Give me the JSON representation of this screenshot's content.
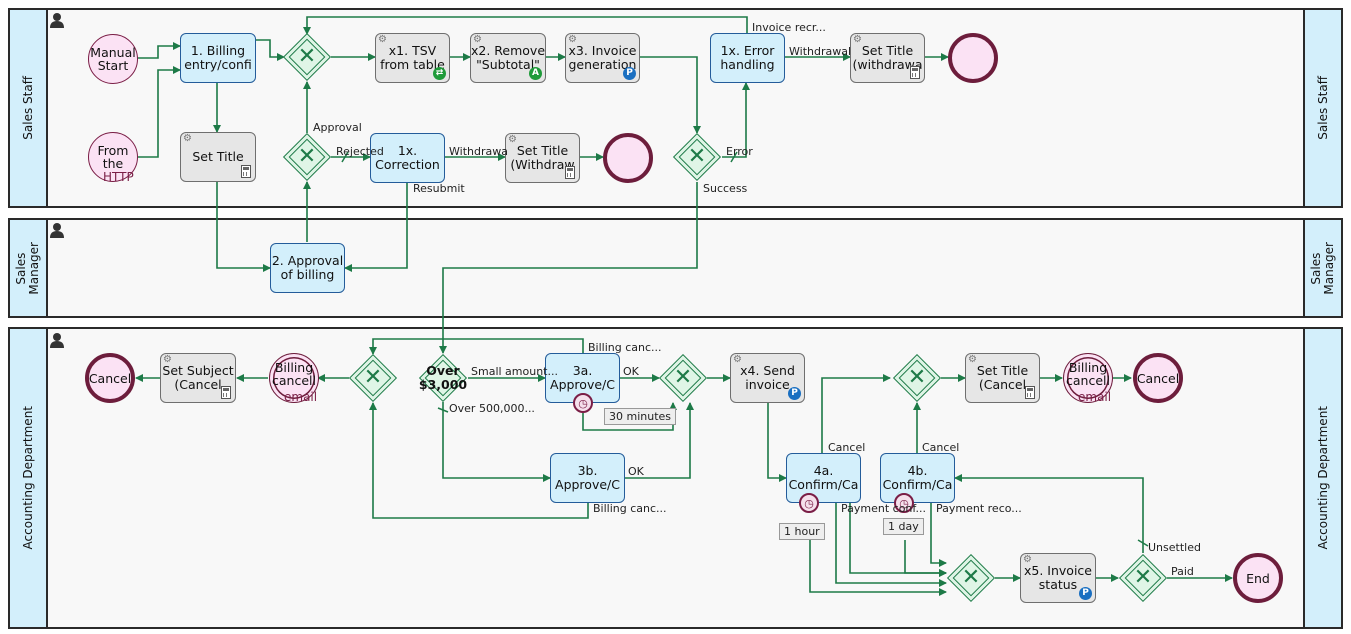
{
  "lanes": {
    "sales_staff": "Sales Staff",
    "sales_manager": "Sales\nManager",
    "accounting": "Accounting Department"
  },
  "events": {
    "manual_start": "Manual\nStart",
    "from_http": "From\nthe",
    "from_http_sub": "HTTP",
    "end_staff_1": "",
    "end_staff_2": "",
    "cancel_left": "Cancel",
    "billing_cancel_left": "Billing\ncancell",
    "billing_cancel_left_sub": "email",
    "billing_cancel_right": "Billing\ncancell",
    "billing_cancel_right_sub": "email",
    "cancel_right": "Cancel",
    "end": "End"
  },
  "tasks": {
    "billing_entry": "1. Billing\nentry/confi",
    "set_title": "Set Title",
    "tsv_from_table": "x1. TSV\nfrom table",
    "remove_subtotal": "x2. Remove\n\"Subtotal\"",
    "invoice_generation": "x3. Invoice\ngeneration",
    "error_handling": "1x. Error\nhandling",
    "set_title_withdrawal_top": "Set Title\n(withdrawa",
    "correction": "1x.\nCorrection",
    "set_title_withdrawal_mid": "Set Title\n(Withdraw",
    "approval_of_billing": "2. Approval\nof billing",
    "set_subject_cancel": "Set Subject\n(Cancel",
    "approve_3a": "3a.\nApprove/C",
    "approve_3b": "3b.\nApprove/C",
    "send_invoice": "x4. Send\ninvoice",
    "confirm_4a": "4a.\nConfirm/Ca",
    "confirm_4b": "4b.\nConfirm/Ca",
    "set_title_cancel": "Set Title\n(Cancel",
    "invoice_status": "x5. Invoice\nstatus"
  },
  "gateway_labels": {
    "over_3000": "Over\n$3,000"
  },
  "flow_labels": {
    "invoice_recr": "Invoice recr...",
    "withdrawal_top": "Withdrawal",
    "approval": "Approval",
    "rejected": "Rejected",
    "withdrawal_mid": "Withdrawa",
    "resubmit": "Resubmit",
    "error": "Error",
    "success": "Success",
    "billing_canc_top": "Billing canc...",
    "small_amount": "Small amount...",
    "ok_3a": "OK",
    "over_500000": "Over 500,000...",
    "ok_3b": "OK",
    "billing_canc_bottom": "Billing canc...",
    "cancel_4a": "Cancel",
    "cancel_4b": "Cancel",
    "payment_conf": "Payment conf...",
    "payment_reco": "Payment reco...",
    "unsettled": "Unsettled",
    "paid": "Paid"
  },
  "timers": {
    "t_3a": "30 minutes",
    "t_4a": "1 hour",
    "t_4b": "1 day"
  },
  "icons": {
    "lane_user": "user-icon",
    "gear": "gear-icon",
    "calculator": "calculator-icon",
    "paypal": "paypal-icon",
    "transfer": "transfer-icon",
    "font": "font-icon",
    "timer": "timer-icon",
    "envelope": "envelope-icon"
  },
  "colors": {
    "flow": "#1d7a47",
    "user_task": "#d3effb",
    "system_task": "#e6e6e6",
    "event_fill": "#fbe2f4",
    "event_border": "#6d1d3c",
    "lane_header": "#d3effb"
  }
}
